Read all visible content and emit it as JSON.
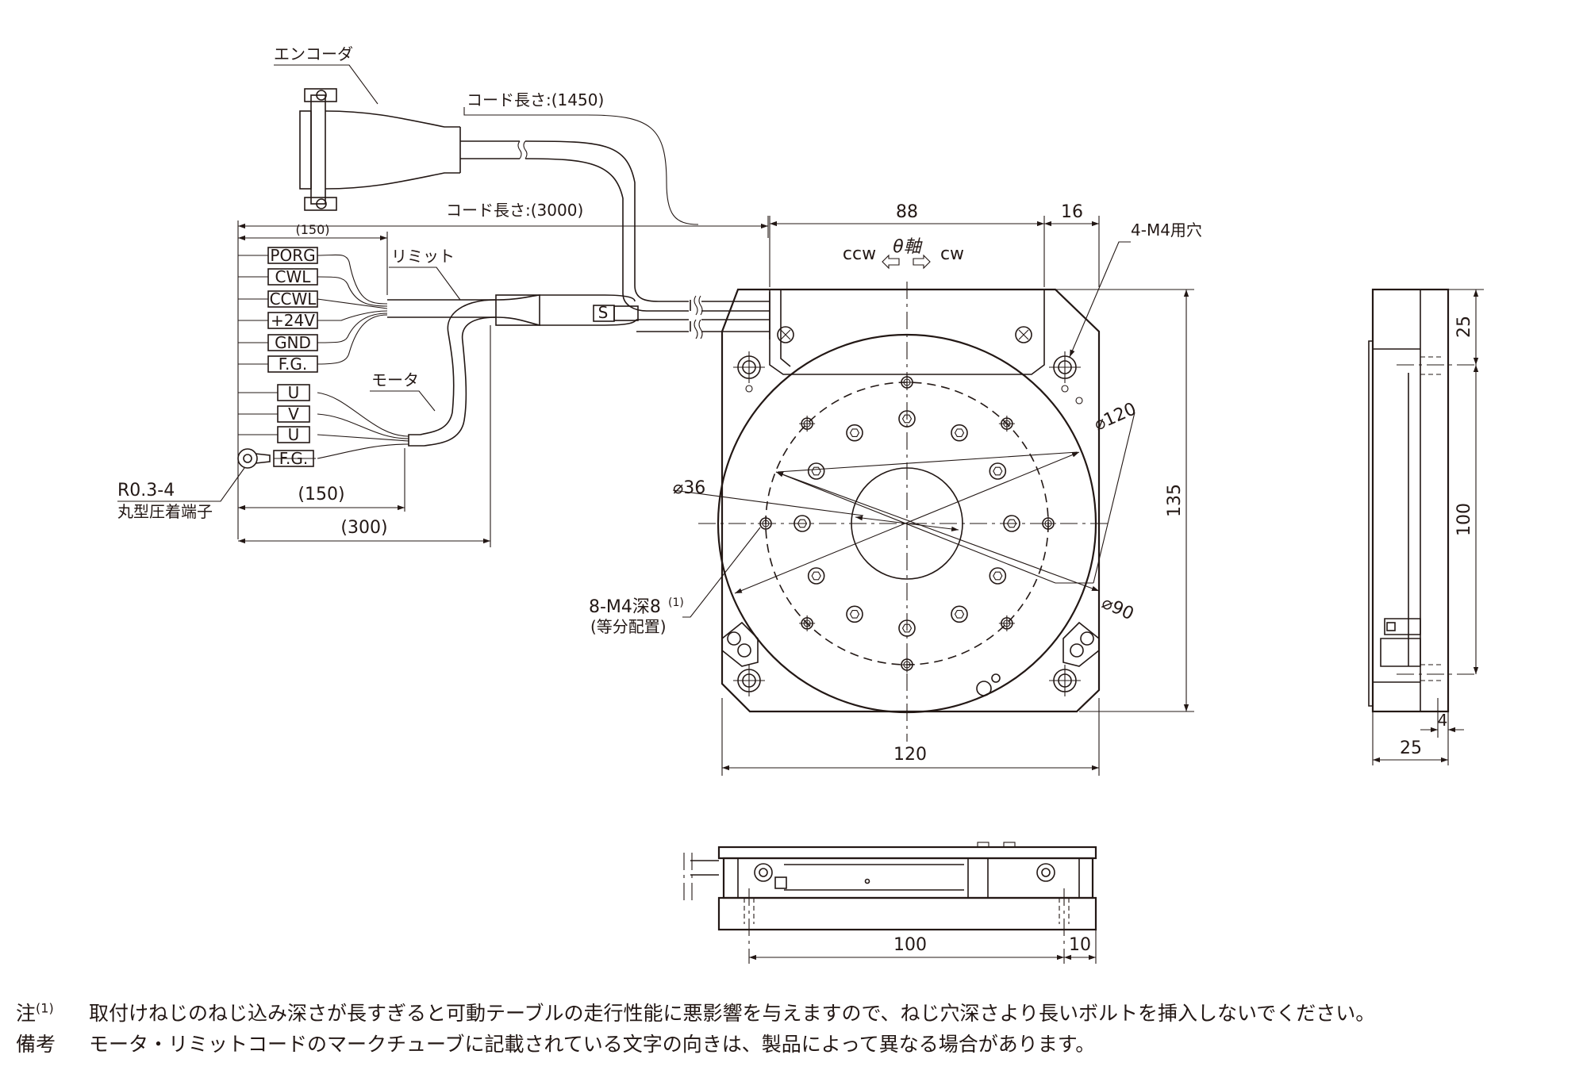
{
  "cable": {
    "encoder_label": "エンコーダ",
    "cord_length_encoder": "コード長さ:(1450)",
    "cord_length_motor": "コード長さ:(3000)",
    "limit_label": "リミット",
    "motor_label": "モータ",
    "length_150_top": "(150)",
    "length_150": "(150)",
    "length_300": "(300)",
    "terminal_size": "R0.3-4",
    "terminal_type": "丸型圧着端子",
    "s_mark": "S",
    "limit_wires": [
      "PORG",
      "CWL",
      "CCWL",
      "+24V",
      "GND",
      "F.G."
    ],
    "motor_wires": [
      "U",
      "V",
      "U",
      "F.G."
    ]
  },
  "top_view": {
    "dim_88": "88",
    "dim_16": "16",
    "dim_120": "120",
    "dim_135": "135",
    "rotation_ccw": "ccw",
    "rotation_axis": "θ軸",
    "rotation_cw": "cw",
    "hole_callout": "4-M4用穴",
    "dia_120": "⌀120",
    "dia_90": "⌀90",
    "dia_36": "⌀36",
    "tapped_holes": "8-M4深8",
    "tapped_note_ref": "(1)",
    "tapped_layout": "(等分配置)"
  },
  "side_view": {
    "dim_25_top": "25",
    "dim_100": "100",
    "dim_4": "4",
    "dim_25_bottom": "25"
  },
  "front_view": {
    "dim_100": "100",
    "dim_10": "10"
  },
  "notes": {
    "note1_key": "注",
    "note1_ref": "(1)",
    "note1_text": "取付けねじのねじ込み深さが長すぎると可動テーブルの走行性能に悪影響を与えますので、ねじ穴深さより長いボルトを挿入しないでください。",
    "remark_key": "備考",
    "remark_text": "モータ・リミットコードのマークチューブに記載されている文字の向きは、製品によって異なる場合があります。"
  }
}
